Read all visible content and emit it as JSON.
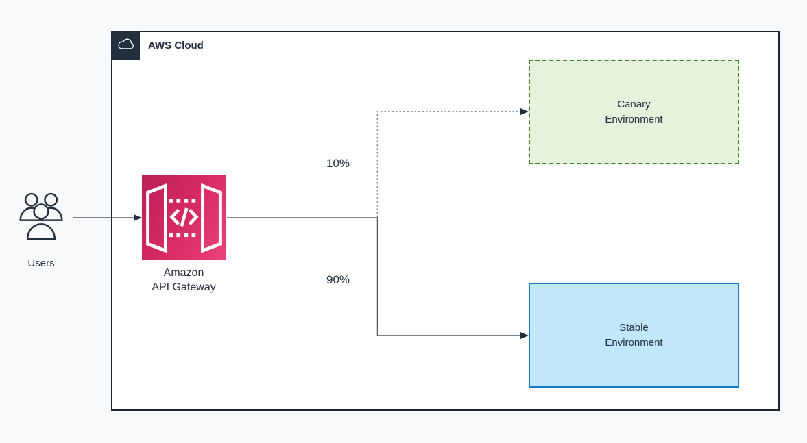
{
  "aws_cloud": {
    "label": "AWS Cloud",
    "icon": "cloud-icon",
    "badge_color": "#232F3E",
    "border_color": "#1B2430"
  },
  "users": {
    "label": "Users",
    "icon": "users-icon",
    "icon_color": "#232F3E"
  },
  "api_gateway": {
    "label_line1": "Amazon",
    "label_line2": "API Gateway",
    "icon": "api-gateway-icon",
    "gradient_start": "#BB1E56",
    "gradient_end": "#E94379"
  },
  "traffic": {
    "canary_weight": "10%",
    "stable_weight": "90%"
  },
  "canary_environment": {
    "label_line1": "Canary",
    "label_line2": "Environment",
    "fill": "#E7F2DC",
    "border_color": "#3F8624",
    "border_style": "dashed"
  },
  "stable_environment": {
    "label_line1": "Stable",
    "label_line2": "Environment",
    "fill": "#C0E7FA",
    "border_color": "#1779C9",
    "border_style": "solid"
  },
  "connector_colors": {
    "solid_line": "#545B64",
    "dotted_line": "#85888C",
    "arrowhead": "#232F3E"
  }
}
